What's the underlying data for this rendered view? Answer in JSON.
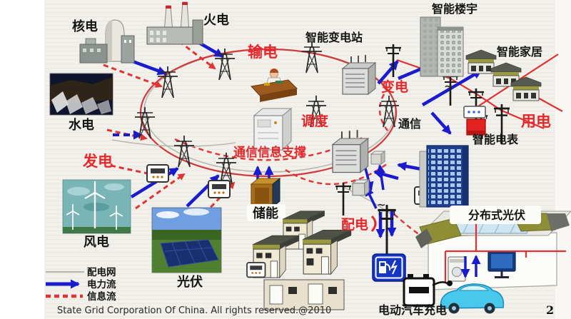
{
  "slide": {
    "footer": "State Grid Corporation Of China. All rights reserved.@2010",
    "page_number": "2"
  },
  "stages": {
    "generation": "发电",
    "transmission": "输电",
    "substation": "变电",
    "dispatch": "调度",
    "distribution": "配电",
    "consumption": "用电",
    "comm_support": "通信信息支撑"
  },
  "nodes": {
    "nuclear": "核电",
    "thermal": "火电",
    "hydro": "水电",
    "wind": "风电",
    "solar": "光伏",
    "storage": "储能",
    "smart_substation": "智能变电站",
    "smart_building": "智能楼宇",
    "smart_home": "智能家居",
    "smart_meter": "智能电表",
    "communication": "通信",
    "distributed_pv": "分布式光伏",
    "ev_charging": "电动汽车充电"
  },
  "legend": {
    "items": [
      {
        "label": "配电网",
        "style": "gray-line"
      },
      {
        "label": "电力流",
        "style": "blue-arrow"
      },
      {
        "label": "信息流",
        "style": "red-dashed-arrow"
      }
    ]
  },
  "colors": {
    "stage_label": "#e6272b",
    "power_flow": "#1a1ace",
    "info_flow": "#e03333",
    "ring": "#cf3a3a",
    "grid_line": "#b8b8b2",
    "background": "#f2f0ea"
  }
}
